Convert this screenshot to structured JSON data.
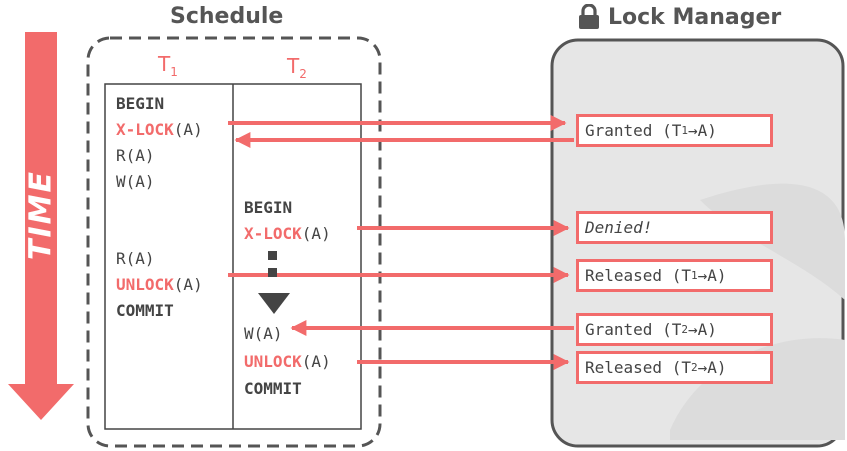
{
  "schedule": {
    "title": "Schedule",
    "t1": {
      "label": "T",
      "sub": "1"
    },
    "t2": {
      "label": "T",
      "sub": "2"
    }
  },
  "time_label": "TIME",
  "lock_manager": {
    "title": "Lock Manager",
    "icon": "lock-icon"
  },
  "t1_ops": {
    "begin": "BEGIN",
    "xlock_kw": "X-LOCK",
    "xlock_arg": "(A)",
    "read1": "R(A)",
    "write1": "W(A)",
    "read2": "R(A)",
    "unlock_kw": "UNLOCK",
    "unlock_arg": "(A)",
    "commit": "COMMIT"
  },
  "t2_ops": {
    "begin": "BEGIN",
    "xlock_kw": "X-LOCK",
    "xlock_arg": "(A)",
    "write": "W(A)",
    "unlock_kw": "UNLOCK",
    "unlock_arg": "(A)",
    "commit": "COMMIT"
  },
  "responses": {
    "r1": {
      "pre": "Granted (T",
      "sub": "1",
      "post": "→A)"
    },
    "r2": {
      "text": "Denied!"
    },
    "r3": {
      "pre": "Released (T",
      "sub": "1",
      "post": "→A)"
    },
    "r4": {
      "pre": "Granted (T",
      "sub": "2",
      "post": "→A)"
    },
    "r5": {
      "pre": "Released (T",
      "sub": "2",
      "post": "→A)"
    }
  },
  "colors": {
    "accent": "#f26b6b",
    "text": "#444444",
    "panel": "#e6e6e6",
    "border": "#555555"
  }
}
